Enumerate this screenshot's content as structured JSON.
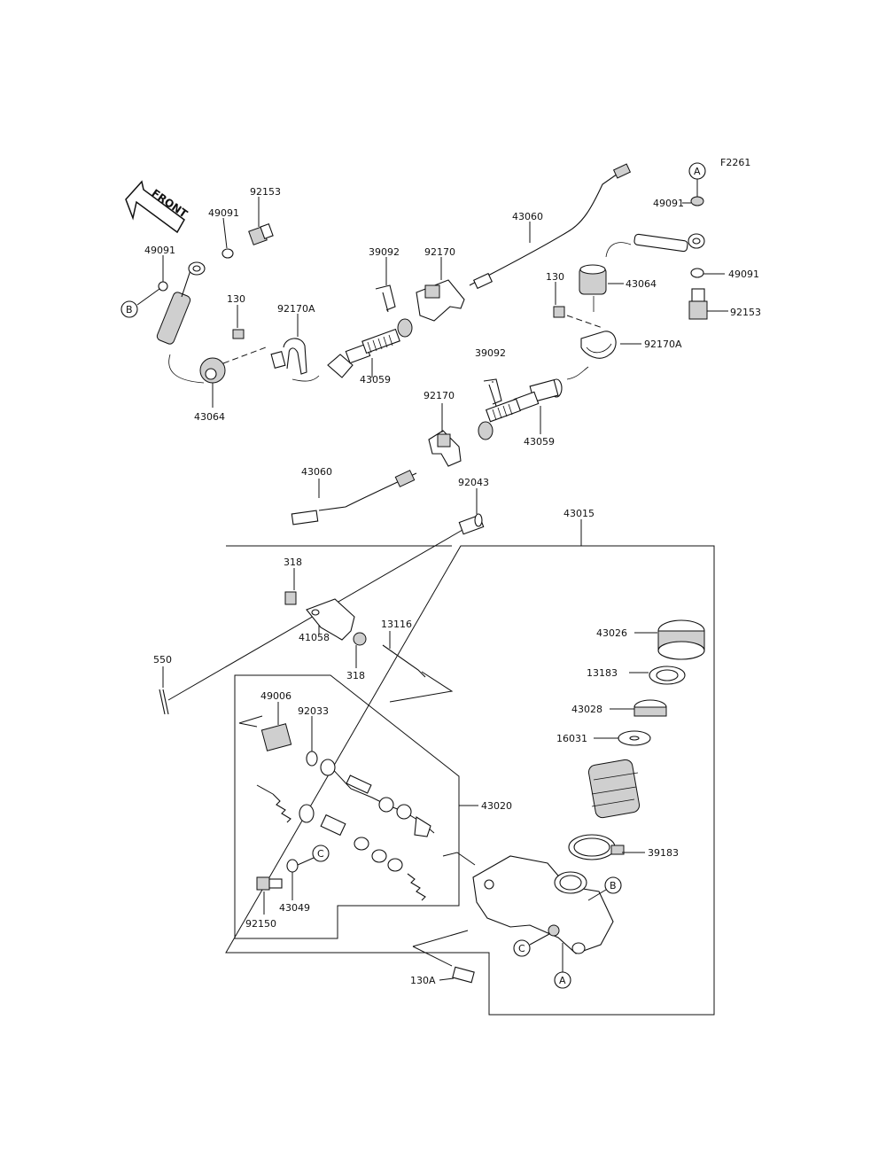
{
  "diagram_code": "F2261",
  "front_label": "FRONT",
  "reference_marks": {
    "a": "A",
    "b": "B",
    "c": "C"
  },
  "parts": {
    "p92153_left": "92153",
    "p49091_left_top": "49091",
    "p49091_left": "49091",
    "p130_left": "130",
    "p92170A_left": "92170A",
    "p43064_left": "43064",
    "p43059_left": "43059",
    "p39092_top": "39092",
    "p92170_top": "92170",
    "p43060_top": "43060",
    "p49091_right_top": "49091",
    "p49091_right": "49091",
    "p92153_right": "92153",
    "p130_right": "130",
    "p43064_right": "43064",
    "p92170A_right": "92170A",
    "p39092_mid": "39092",
    "p92170_mid": "92170",
    "p43059_mid": "43059",
    "p43060_bottom": "43060",
    "p92043": "92043",
    "p43015": "43015",
    "p318_top": "318",
    "p41058": "41058",
    "p318_bottom": "318",
    "p13116": "13116",
    "p550": "550",
    "p49006": "49006",
    "p92033": "92033",
    "p43020": "43020",
    "p43049": "43049",
    "p92150": "92150",
    "p130A": "130A",
    "p43026": "43026",
    "p13183": "13183",
    "p43028": "43028",
    "p16031": "16031",
    "p39183": "39183"
  }
}
